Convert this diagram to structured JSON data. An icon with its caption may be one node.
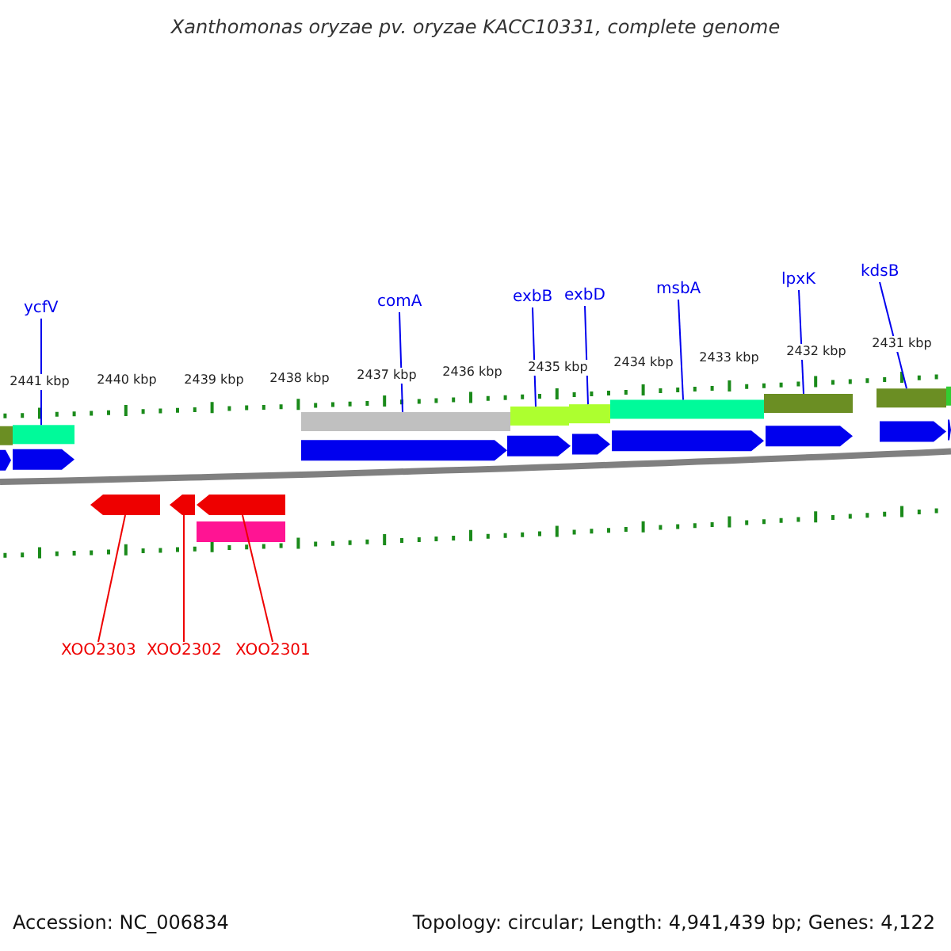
{
  "diagram": {
    "title": "Xanthomonas oryzae pv. oryzae KACC10331, complete genome",
    "nodes": [
      {
        "text": [
          "ycfV"
        ]
      },
      {
        "text": [
          "comA"
        ]
      },
      {
        "text": [
          "exbB"
        ]
      },
      {
        "text": [
          "exbD"
        ]
      },
      {
        "text": [
          "msbA"
        ]
      },
      {
        "text": [
          "lpxK"
        ]
      },
      {
        "text": [
          "kdsB"
        ]
      },
      {
        "text": [
          "XOO2303"
        ]
      },
      {
        "text": [
          "XOO2302"
        ]
      },
      {
        "text": [
          "XOO2301"
        ]
      },
      {
        "text": [],
        "shape": "bar"
      },
      {
        "text": [],
        "shape": "bar"
      },
      {
        "text": [],
        "shape": "bar"
      },
      {
        "text": [],
        "shape": "bar"
      },
      {
        "text": [],
        "shape": "bar"
      },
      {
        "text": [],
        "shape": "bar"
      },
      {
        "text": [],
        "shape": "bar"
      },
      {
        "text": [],
        "shape": "bar"
      },
      {
        "text": [],
        "shape": "bar"
      },
      {
        "text": [],
        "shape": "bar"
      }
    ],
    "edges": [
      {
        "from": 0,
        "to": 10,
        "arrow": "none"
      },
      {
        "from": 1,
        "to": 11,
        "arrow": "none"
      },
      {
        "from": 2,
        "to": 12,
        "arrow": "none"
      },
      {
        "from": 3,
        "to": 13,
        "arrow": "none"
      },
      {
        "from": 4,
        "to": 14,
        "arrow": "none"
      },
      {
        "from": 5,
        "to": 15,
        "arrow": "none"
      },
      {
        "from": 6,
        "to": 16,
        "arrow": "none"
      },
      {
        "from": 7,
        "to": 17,
        "arrow": "none",
        "color": "#ee0000"
      },
      {
        "from": 8,
        "to": 18,
        "arrow": "none",
        "color": "#ee0000"
      },
      {
        "from": 9,
        "to": 19,
        "arrow": "none",
        "color": "#ee0000"
      }
    ],
    "labels": [
      "2441 kbp",
      "2440 kbp",
      "2439 kbp",
      "2438 kbp",
      "2437 kbp",
      "2436 kbp",
      "2435 kbp",
      "2434 kbp",
      "2433 kbp",
      "2432 kbp",
      "2431 kbp",
      "Accession: NC_006834",
      "Topology: circular; Length: 4,941,439 bp; Genes: 4,122"
    ]
  }
}
